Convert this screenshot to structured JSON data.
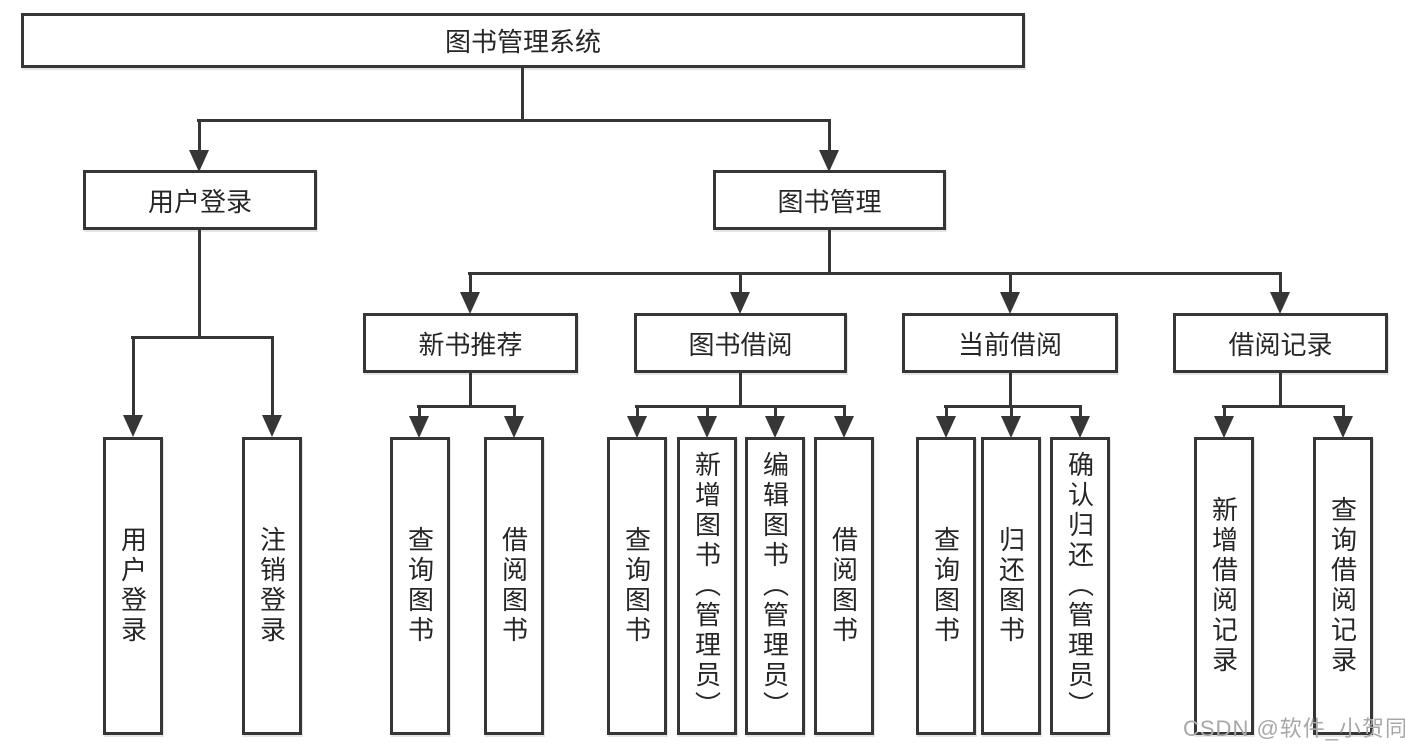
{
  "colors": {
    "line": "#363636",
    "text": "#262626",
    "watermark_gray": "#a8a8a8",
    "background": "#ffffff"
  },
  "tree": {
    "label": "图书管理系统",
    "children": [
      {
        "label": "用户登录",
        "children": [
          {
            "label": "用户登录"
          },
          {
            "label": "注销登录"
          }
        ]
      },
      {
        "label": "图书管理",
        "children": [
          {
            "label": "新书推荐",
            "children": [
              {
                "label": "查询图书"
              },
              {
                "label": "借阅图书"
              }
            ]
          },
          {
            "label": "图书借阅",
            "children": [
              {
                "label": "查询图书"
              },
              {
                "label": "新增图书（管理员）"
              },
              {
                "label": "编辑图书（管理员）"
              },
              {
                "label": "借阅图书"
              }
            ]
          },
          {
            "label": "当前借阅",
            "children": [
              {
                "label": "查询图书"
              },
              {
                "label": "归还图书"
              },
              {
                "label": "确认归还（管理员）"
              }
            ]
          },
          {
            "label": "借阅记录",
            "children": [
              {
                "label": "新增借阅记录"
              },
              {
                "label": "查询借阅记录"
              }
            ]
          }
        ]
      }
    ]
  },
  "watermark": {
    "text": "CSDN @软件_小贺同学"
  }
}
